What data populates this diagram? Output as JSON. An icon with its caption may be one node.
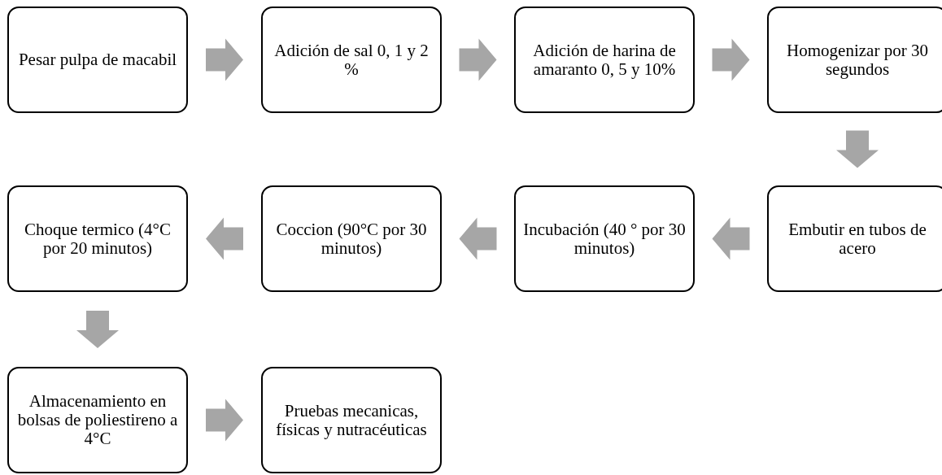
{
  "diagram": {
    "nodes": [
      {
        "text": [
          "Pesar pulpa de macabil"
        ]
      },
      {
        "text": [
          "Adición de sal 0, 1 y 2 %"
        ]
      },
      {
        "text": [
          "Adición de harina de amaranto 0, 5 y 10%"
        ]
      },
      {
        "text": [
          "Homogenizar por 30 segundos"
        ]
      },
      {
        "text": [
          "Embutir en tubos de acero"
        ]
      },
      {
        "text": [
          "Incubación (40 ° por 30 minutos)"
        ]
      },
      {
        "text": [
          "Coccion (90°C por 30 minutos)"
        ]
      },
      {
        "text": [
          "Choque termico (4°C por 20 minutos)"
        ]
      },
      {
        "text": [
          "Almacenamiento en bolsas de poliestireno a 4°C"
        ]
      },
      {
        "text": [
          "Pruebas mecanicas, físicas y nutracéuticas"
        ]
      }
    ],
    "edges": [
      {
        "from": 0,
        "to": 1,
        "arrow": "to"
      },
      {
        "from": 1,
        "to": 2,
        "arrow": "to"
      },
      {
        "from": 2,
        "to": 3,
        "arrow": "to"
      },
      {
        "from": 3,
        "to": 4,
        "arrow": "to"
      },
      {
        "from": 4,
        "to": 5,
        "arrow": "to"
      },
      {
        "from": 5,
        "to": 6,
        "arrow": "to"
      },
      {
        "from": 6,
        "to": 7,
        "arrow": "to"
      },
      {
        "from": 7,
        "to": 8,
        "arrow": "to"
      },
      {
        "from": 8,
        "to": 9,
        "arrow": "to"
      }
    ]
  }
}
